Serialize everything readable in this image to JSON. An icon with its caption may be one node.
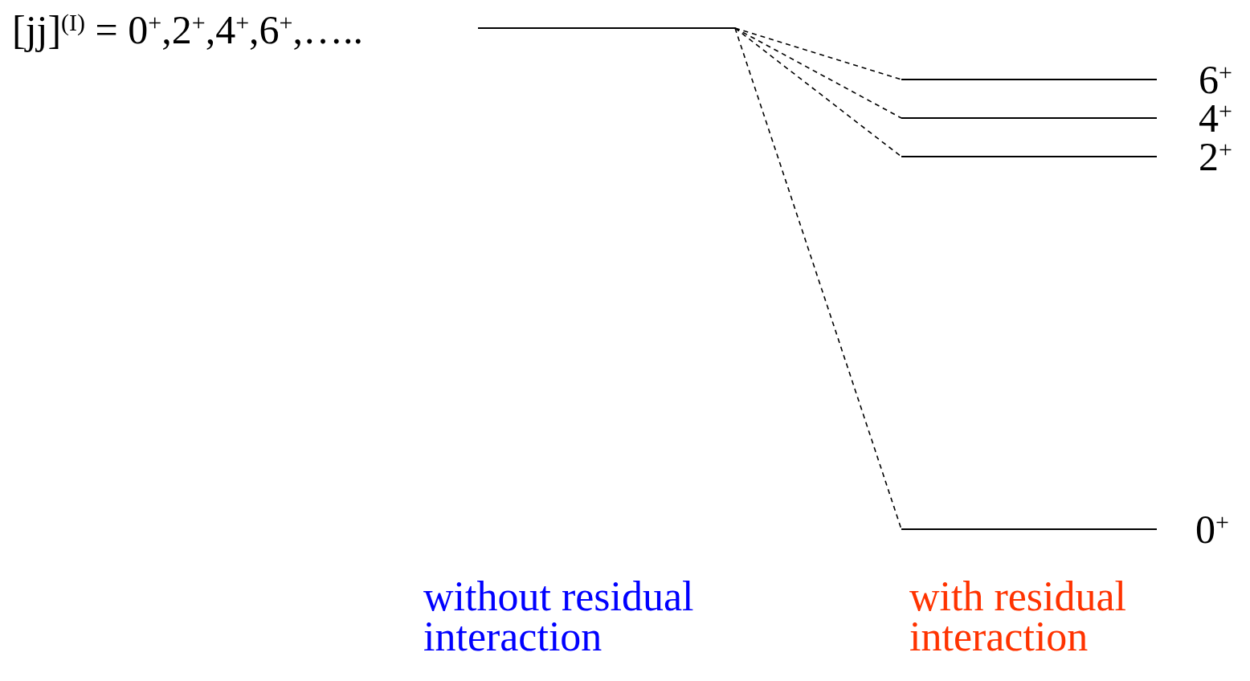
{
  "diagram": {
    "nodes": [
      {
        "text": [],
        "shape": "bar",
        "beside": [
          "[jj]$^{(I)}$ = 0$^{+}$,2$^{+}$,4$^{+}$,6$^{+}$,….."
        ]
      },
      {
        "text": [],
        "shape": "bar",
        "beside": [
          "6$^{+}$"
        ]
      },
      {
        "text": [],
        "shape": "bar",
        "beside": [
          "4$^{+}$"
        ]
      },
      {
        "text": [],
        "shape": "bar",
        "beside": [
          "2$^{+}$"
        ]
      },
      {
        "text": [],
        "shape": "bar",
        "beside": [
          "0$^{+}$"
        ]
      }
    ],
    "edges": [
      {
        "from": 0,
        "to": 1,
        "arrow": "none",
        "style": "dashed"
      },
      {
        "from": 0,
        "to": 2,
        "arrow": "none",
        "style": "dashed"
      },
      {
        "from": 0,
        "to": 3,
        "arrow": "none",
        "style": "dashed"
      },
      {
        "from": 0,
        "to": 4,
        "arrow": "none",
        "style": "dashed"
      }
    ],
    "labels": [
      "without residual interaction",
      "with residual interaction"
    ]
  }
}
